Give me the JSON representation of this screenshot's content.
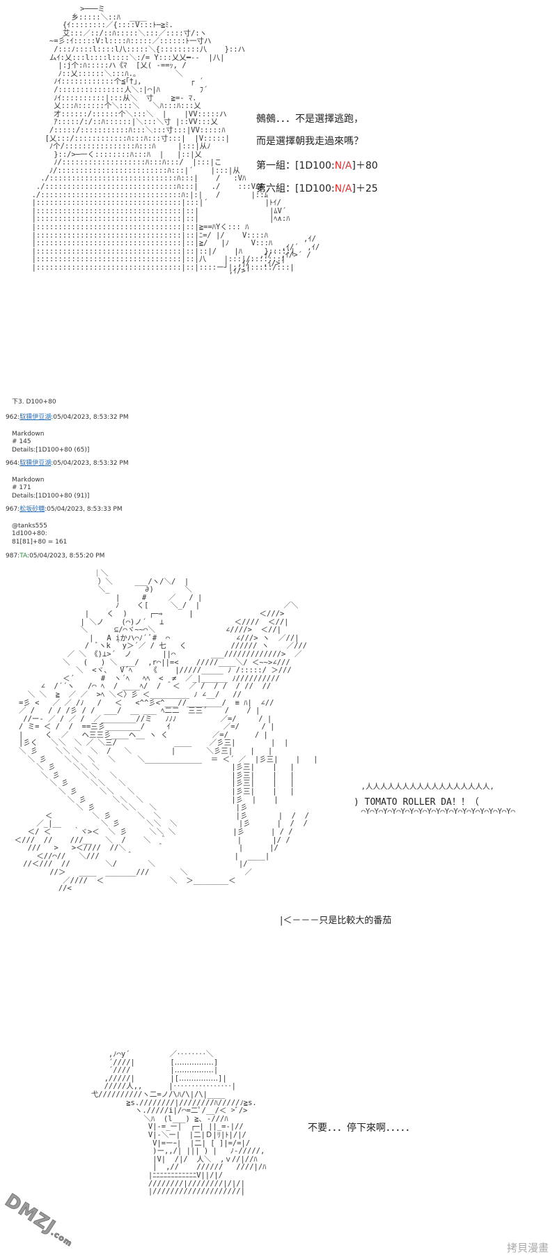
{
  "panel1": {
    "dialog": {
      "line1": "鵺鵺．．．不是選擇逃跑，",
      "line2": "而是選擇朝我走過來嗎？",
      "group1_prefix": "第一組：[1D100:",
      "group1_na": "N/A",
      "group1_suffix": "]＋80",
      "group6_prefix": "第六組：[1D100:",
      "group6_na": "N/A",
      "group6_suffix": "]＋25"
    },
    "note": "下3. D100+80"
  },
  "log": {
    "posts": [
      {
        "num": "962:",
        "user": "馭獯伊豆湖",
        "time": ":05/04/2023, 8:53:32 PM",
        "lines": [
          "Markdown",
          "# 145",
          "Details:[1D100+80 (65)]"
        ]
      },
      {
        "num": "964:",
        "user": "馭獯伊豆湖",
        "time": ":05/04/2023, 8:53:32 PM",
        "lines": [
          "Markdown",
          "# 171",
          "Details:[1D100+80 (91)]"
        ]
      },
      {
        "num": "967:",
        "user": "松坂砂糖",
        "time": ":05/04/2023, 8:53:33 PM",
        "lines": [
          "@tanks555",
          "1d100+80:",
          "81[81]+80 = 161"
        ]
      }
    ],
    "ta_post": {
      "num": "987:",
      "user": "TA",
      "time": ":05/04/2023, 8:55:20 PM"
    }
  },
  "panel2": {
    "shout": "TOMATO  ROLLER  DA！！（",
    "arrow_label": "|＜－－－只是比較大的番茄"
  },
  "panel3": {
    "dialog": "不要．．．停下來啊．．．．．"
  },
  "watermarks": {
    "logo": "DMZJ",
    "logo_sub": ".com",
    "corner": "拷貝漫畫"
  }
}
